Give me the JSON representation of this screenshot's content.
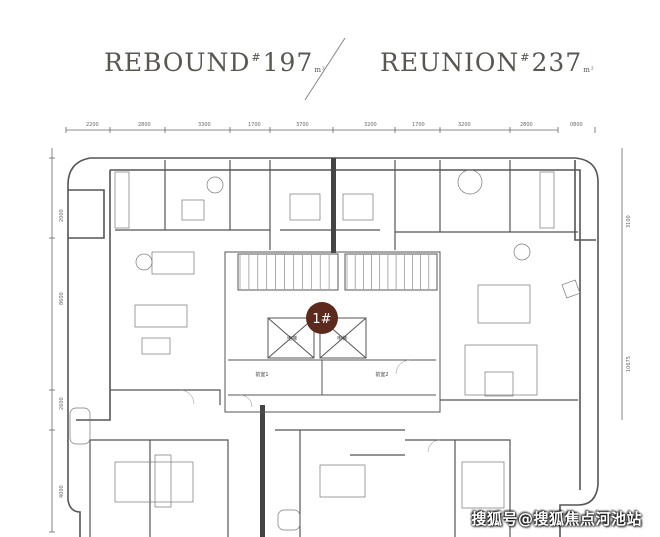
{
  "titles": {
    "left": {
      "name": "REBOUND",
      "hash": "#",
      "area": "197",
      "unit": "m²"
    },
    "right": {
      "name": "REUNION",
      "hash": "#",
      "area": "237",
      "unit": "m²"
    }
  },
  "dimensions": {
    "top": [
      "2200",
      "2800",
      "3300",
      "1700",
      "3700",
      "3200",
      "1700",
      "3200",
      "2800",
      "0800"
    ],
    "left": [
      "2000",
      "8600",
      "2600",
      "4000"
    ],
    "right": [
      "3100",
      "10675"
    ]
  },
  "core": {
    "badge": "1#",
    "elevator_left": "电梯",
    "elevator_right": "电梯",
    "hall_left": "前室1",
    "hall_right": "前室2"
  },
  "watermark": "搜狐号@搜狐焦点河池站",
  "colors": {
    "line": "#555555",
    "thick_wall": "#444444",
    "badge": "#5c2a1c",
    "title": "#5a5650"
  }
}
